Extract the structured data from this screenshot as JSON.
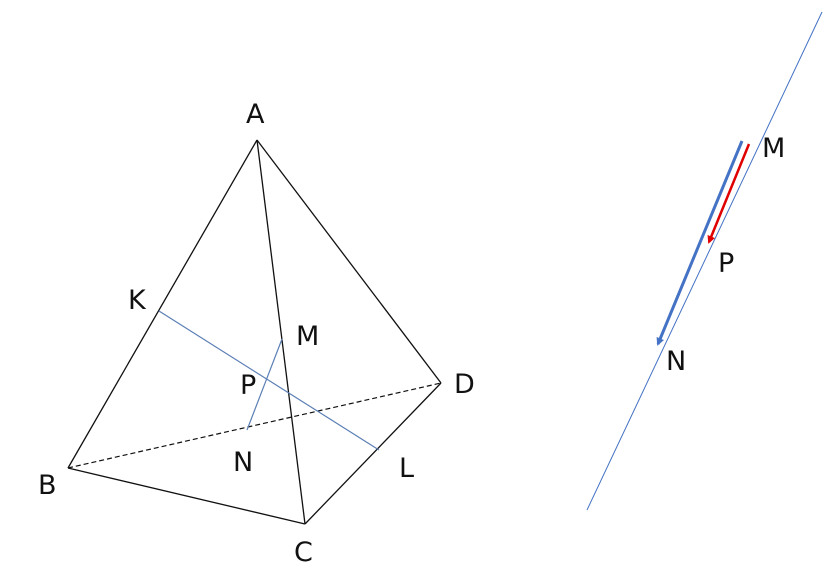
{
  "colors": {
    "edge": "#111111",
    "segment": "#5b7fb5",
    "vector_blue": "#4472c4",
    "vector_red": "#e00000"
  },
  "tetrahedron": {
    "vertices": {
      "A": "A",
      "B": "B",
      "C": "C",
      "D": "D"
    },
    "points": {
      "K": "K",
      "L": "L",
      "M": "M",
      "N": "N",
      "P": "P"
    }
  },
  "vector_figure": {
    "labels": {
      "M": "M",
      "P": "P",
      "N": "N"
    }
  }
}
